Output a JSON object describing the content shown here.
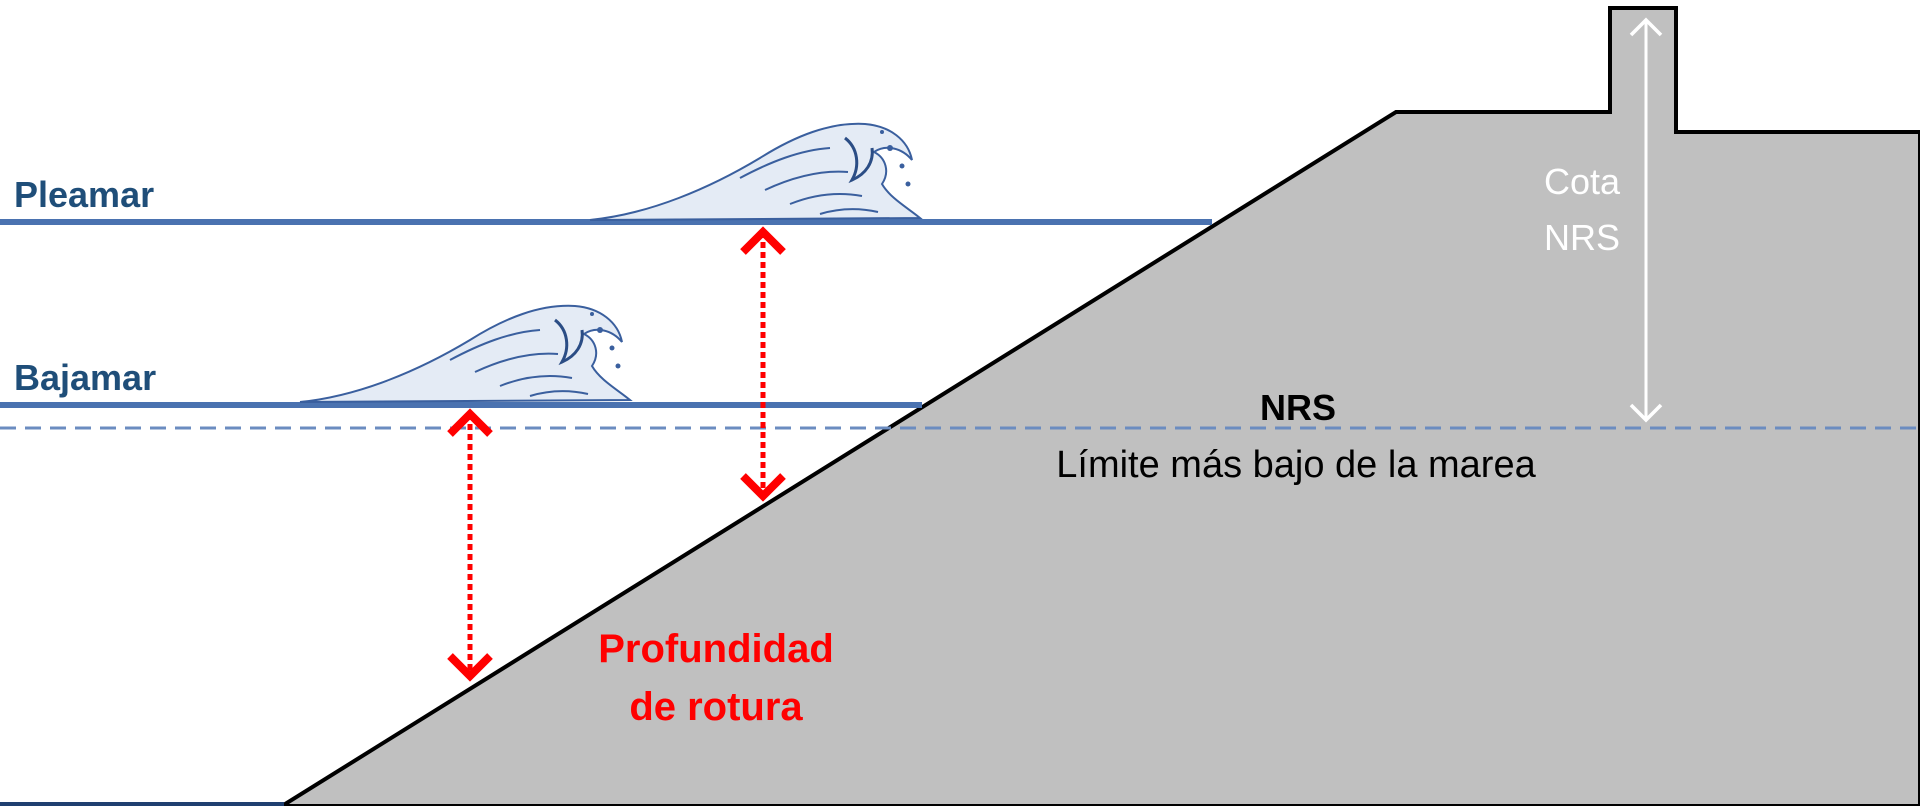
{
  "labels": {
    "high_tide": "Pleamar",
    "low_tide": "Bajamar",
    "datum": "NRS",
    "datum_description": "Límite más bajo de la marea",
    "datum_height_line1": "Cota",
    "datum_height_line2": "NRS",
    "breaking_depth_line1": "Profundidad",
    "breaking_depth_line2": "de rotura"
  },
  "colors": {
    "water_line": "#4a72b0",
    "datum_line": "#6b8cc0",
    "tide_text": "#1f4e79",
    "structure_fill": "#c0c0c0",
    "structure_outline": "#000000",
    "depth_arrow": "#ff0000",
    "height_arrow": "#ffffff",
    "wave": "#3a5f9e"
  },
  "icons": {
    "wave_high": "breaking-wave-icon",
    "wave_low": "breaking-wave-icon"
  }
}
